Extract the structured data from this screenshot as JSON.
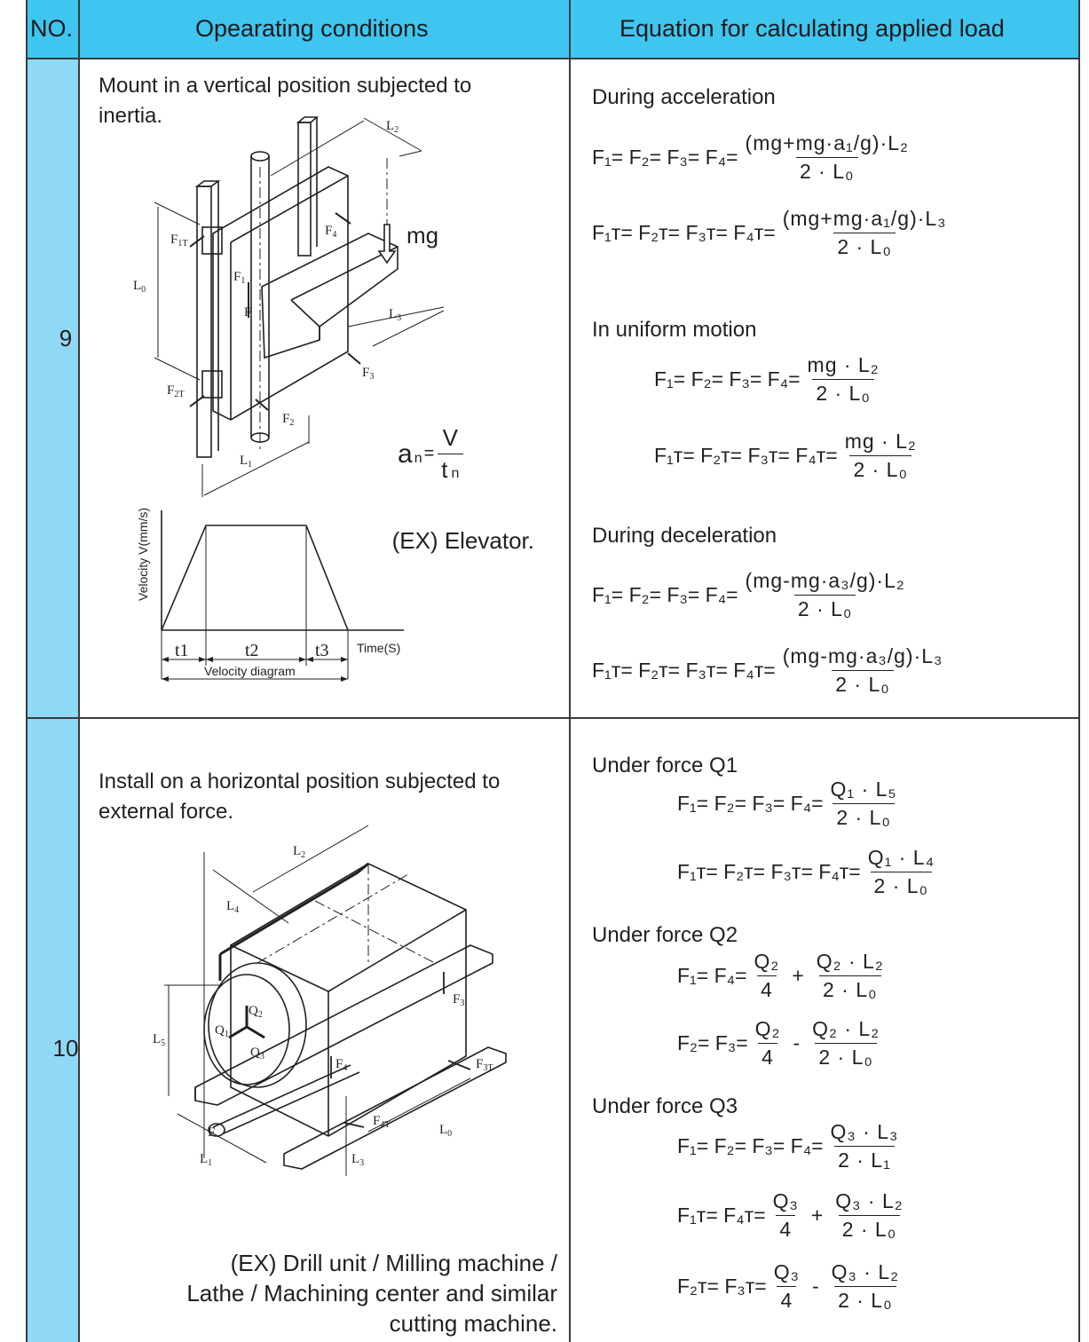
{
  "header": {
    "no": "NO.",
    "conditions": "Opearating conditions",
    "equation": "Equation for calculating applied load"
  },
  "row9": {
    "no": "9",
    "description": "Mount in a vertical position subjected to inertia.",
    "example": "(EX) Elevator.",
    "accel_formula": {
      "lhs": "a",
      "sub": "n",
      "eq": "=",
      "num": "V",
      "den": "t",
      "den_sub": "n"
    },
    "diagram_labels": [
      "L2",
      "F1T",
      "F4",
      "mg",
      "L0",
      "F1",
      "F",
      "L3",
      "F2T",
      "F3",
      "F2",
      "L1"
    ],
    "velocity_diagram": {
      "ylabel": "Velocity V(mm/s)",
      "xlabel": "Time(S)",
      "segments": [
        "t1",
        "t2",
        "t3"
      ],
      "caption": "Velocity diagram"
    },
    "sections": [
      {
        "title": "During acceleration",
        "equations": [
          {
            "lhs": "F₁= F₂= F₃= F₄=",
            "num": "(mg+mg·a₁/g)·L₂",
            "den": "2 · L₀"
          },
          {
            "lhs": "F₁ᴛ= F₂ᴛ= F₃ᴛ= F₄ᴛ=",
            "num": "(mg+mg·a₁/g)·L₃",
            "den": "2 · L₀"
          }
        ]
      },
      {
        "title": "In uniform motion",
        "equations": [
          {
            "lhs": "F₁= F₂= F₃= F₄=",
            "num": "mg · L₂",
            "den": "2 · L₀"
          },
          {
            "lhs": "F₁ᴛ= F₂ᴛ= F₃ᴛ= F₄ᴛ=",
            "num": "mg · L₂",
            "den": "2 · L₀"
          }
        ]
      },
      {
        "title": "During deceleration",
        "equations": [
          {
            "lhs": "F₁= F₂= F₃= F₄=",
            "num": "(mg-mg·a₃/g)·L₂",
            "den": "2 · L₀"
          },
          {
            "lhs": "F₁ᴛ= F₂ᴛ= F₃ᴛ= F₄ᴛ=",
            "num": "(mg-mg·a₃/g)·L₃",
            "den": "2 · L₀"
          }
        ]
      }
    ]
  },
  "row10": {
    "no": "10",
    "description": "Install on a horizontal position subjected to external force.",
    "example": "(EX) Drill unit / Milling machine / Lathe / Machining center and similar cutting machine.",
    "diagram_labels": [
      "L2",
      "L4",
      "Q2",
      "Q1",
      "Q3",
      "F3",
      "L5",
      "F4",
      "F3T",
      "F4T",
      "L0",
      "F",
      "L1",
      "L3"
    ],
    "sections": [
      {
        "title": "Under force Q1",
        "equations": [
          {
            "lhs": "F₁= F₂= F₃= F₄=",
            "num": "Q₁ · L₅",
            "den": "2 · L₀"
          },
          {
            "lhs": "F₁ᴛ= F₂ᴛ= F₃ᴛ= F₄ᴛ=",
            "num": "Q₁ · L₄",
            "den": "2 · L₀"
          }
        ]
      },
      {
        "title": "Under force Q2",
        "equations": [
          {
            "lhs": "F₁= F₄=",
            "num": "Q₂",
            "den": "4",
            "op": "+",
            "num2": "Q₂ · L₂",
            "den2": "2 · L₀"
          },
          {
            "lhs": "F₂= F₃=",
            "num": "Q₂",
            "den": "4",
            "op": "-",
            "num2": "Q₂ · L₂",
            "den2": "2 · L₀"
          }
        ]
      },
      {
        "title": "Under force Q3",
        "equations": [
          {
            "lhs": "F₁= F₂= F₃= F₄=",
            "num": "Q₃ · L₃",
            "den": "2 · L₁"
          },
          {
            "lhs": "F₁ᴛ= F₄ᴛ=",
            "num": "Q₃",
            "den": "4",
            "op": "+",
            "num2": "Q₃ · L₂",
            "den2": "2 · L₀"
          },
          {
            "lhs": "F₂ᴛ= F₃ᴛ=",
            "num": "Q₃",
            "den": "4",
            "op": "-",
            "num2": "Q₃ · L₂",
            "den2": "2 · L₀"
          }
        ]
      }
    ]
  }
}
